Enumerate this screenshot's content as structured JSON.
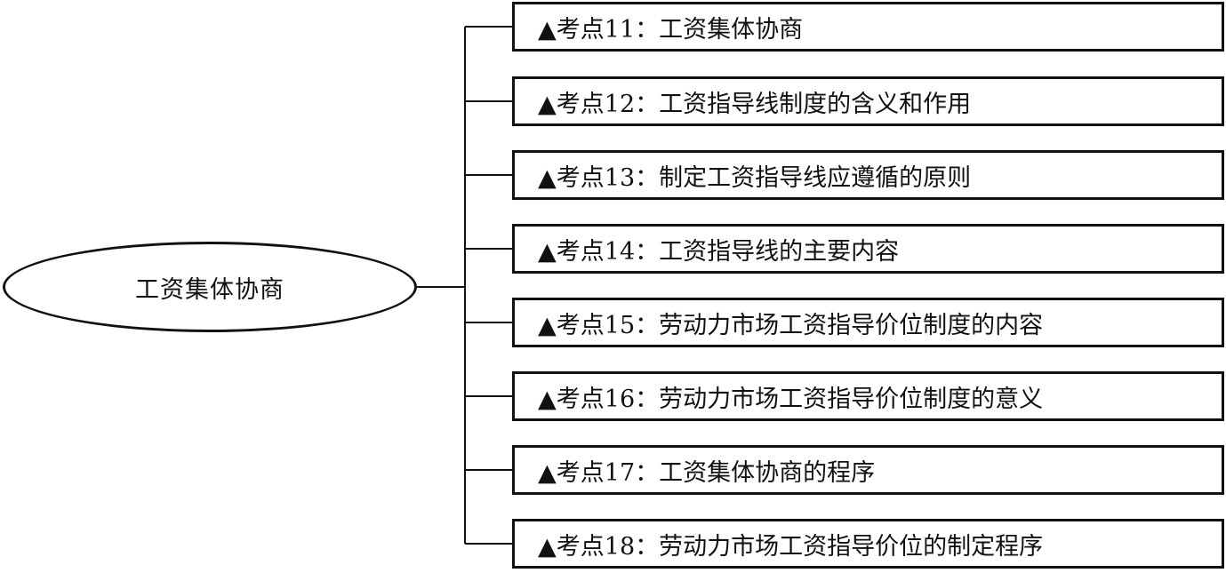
{
  "center": {
    "label": "工资集体协商"
  },
  "topics": [
    {
      "label": "▲考点11：工资集体协商"
    },
    {
      "label": "▲考点12：工资指导线制度的含义和作用"
    },
    {
      "label": "▲考点13：制定工资指导线应遵循的原则"
    },
    {
      "label": "▲考点14：工资指导线的主要内容"
    },
    {
      "label": "▲考点15：劳动力市场工资指导价位制度的内容"
    },
    {
      "label": "▲考点16：劳动力市场工资指导价位制度的意义"
    },
    {
      "label": "▲考点17：工资集体协商的程序"
    },
    {
      "label": "▲考点18：劳动力市场工资指导价位的制定程序"
    }
  ],
  "colors": {
    "line": "#111111",
    "background": "#ffffff"
  }
}
